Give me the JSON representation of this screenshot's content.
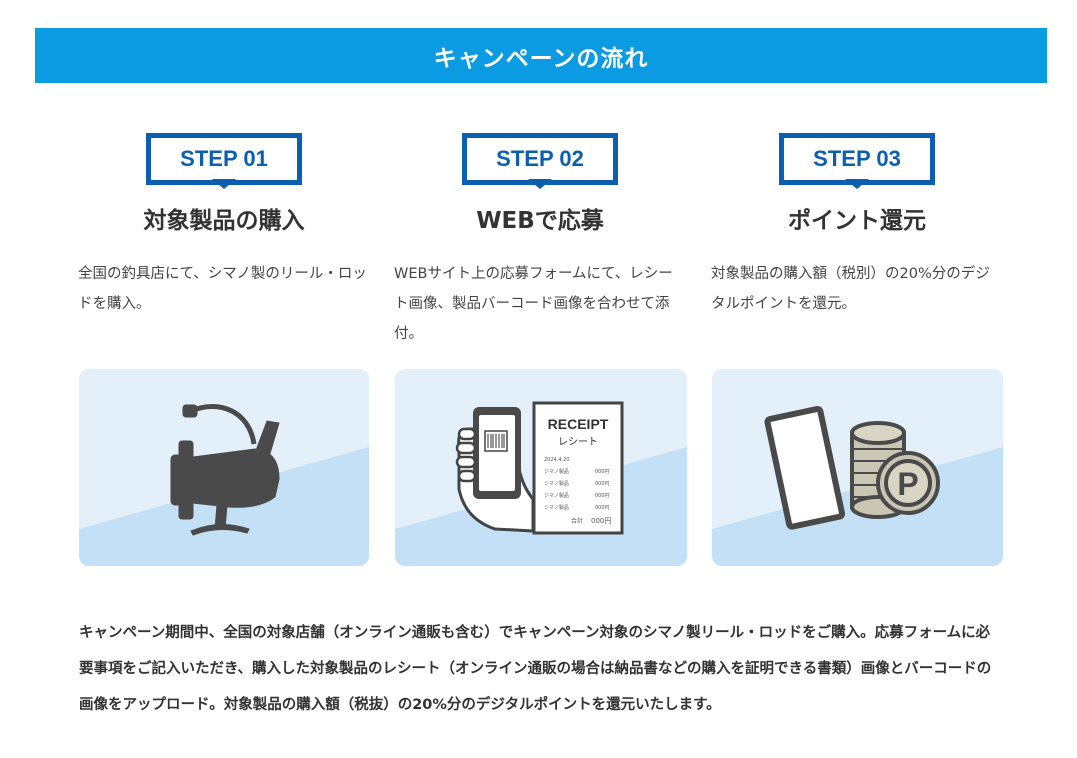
{
  "banner": {
    "title": "キャンペーンの流れ"
  },
  "steps": [
    {
      "badge": "STEP 01",
      "title": "対象製品の購入",
      "desc": "全国の釣具店にて、シマノ製のリール・ロッドを購入。"
    },
    {
      "badge": "STEP 02",
      "title": "WEBで応募",
      "desc": "WEBサイト上の応募フォームにて、レシート画像、製品バーコード画像を合わせて添付。"
    },
    {
      "badge": "STEP 03",
      "title": "ポイント還元",
      "desc": "対象製品の購入額（税別）の20%分のデジタルポイントを還元。"
    }
  ],
  "receipt": {
    "title": "RECEIPT",
    "subtitle": "レシート",
    "date": "2024.4.20",
    "item": "シマノ製品",
    "price": "000円",
    "total_label": "合計",
    "total": "000円"
  },
  "point_symbol": "P",
  "body_text": "キャンペーン期間中、全国の対象店舗（オンライン通販も含む）でキャンペーン対象のシマノ製リール・ロッドをご購入。応募フォームに必要事項をご記入いただき、購入した対象製品のレシート（オンライン通販の場合は納品書などの購入を証明できる書類）画像とバーコードの画像をアップロード。対象製品の購入額（税抜）の20%分のデジタルポイントを還元いたします。",
  "colors": {
    "banner": "#0a9be3",
    "badge": "#0a5fb0",
    "card_light": "#e3f0fa",
    "card_dark": "#c3e0f7"
  }
}
